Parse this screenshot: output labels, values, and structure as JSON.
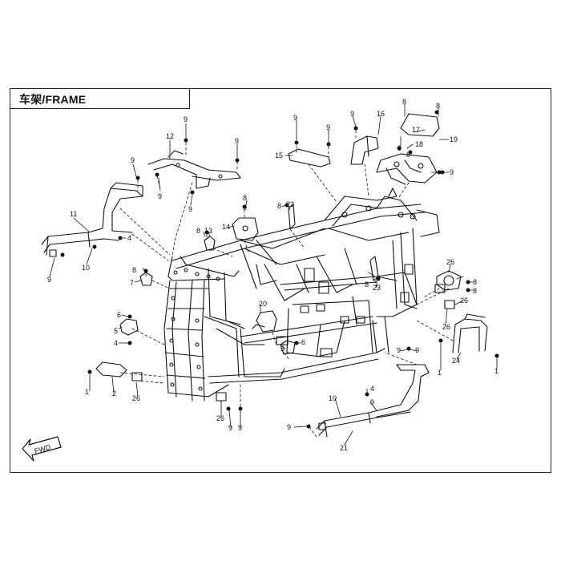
{
  "header": {
    "title": "车架/FRAME"
  },
  "fwd_label": "FWD",
  "callouts": [
    {
      "id": "c1a",
      "text": "1"
    },
    {
      "id": "c1b",
      "text": "1"
    },
    {
      "id": "c2",
      "text": "2"
    },
    {
      "id": "c4a",
      "text": "4"
    },
    {
      "id": "c4b",
      "text": "4"
    },
    {
      "id": "c4c",
      "text": "4"
    },
    {
      "id": "c5a",
      "text": "5"
    },
    {
      "id": "c5b",
      "text": "5"
    },
    {
      "id": "c6a",
      "text": "6"
    },
    {
      "id": "c6b",
      "text": "6"
    },
    {
      "id": "c7",
      "text": "7"
    },
    {
      "id": "c8a",
      "text": "8"
    },
    {
      "id": "c8b",
      "text": "8"
    },
    {
      "id": "c8c",
      "text": "8"
    },
    {
      "id": "c8d",
      "text": "8"
    },
    {
      "id": "c8e",
      "text": "8"
    },
    {
      "id": "c8f",
      "text": "8"
    },
    {
      "id": "c8g",
      "text": "8"
    },
    {
      "id": "c8h",
      "text": "8"
    },
    {
      "id": "c8i",
      "text": "8"
    },
    {
      "id": "c8j",
      "text": "8"
    },
    {
      "id": "c9a",
      "text": "9"
    },
    {
      "id": "c9b",
      "text": "9"
    },
    {
      "id": "c9c",
      "text": "9"
    },
    {
      "id": "c9d",
      "text": "9"
    },
    {
      "id": "c9e",
      "text": "9"
    },
    {
      "id": "c9f",
      "text": "9"
    },
    {
      "id": "c9g",
      "text": "9"
    },
    {
      "id": "c9h",
      "text": "9"
    },
    {
      "id": "c9i",
      "text": "9"
    },
    {
      "id": "c9j",
      "text": "9"
    },
    {
      "id": "c9k",
      "text": "9"
    },
    {
      "id": "c9l",
      "text": "9"
    },
    {
      "id": "c9m",
      "text": "9"
    },
    {
      "id": "c9n",
      "text": "9"
    },
    {
      "id": "c9o",
      "text": "9"
    },
    {
      "id": "c9p",
      "text": "9"
    },
    {
      "id": "c9q",
      "text": "9"
    },
    {
      "id": "c10a",
      "text": "10"
    },
    {
      "id": "c10b",
      "text": "10"
    },
    {
      "id": "c11",
      "text": "11"
    },
    {
      "id": "c12",
      "text": "12"
    },
    {
      "id": "c13",
      "text": "13"
    },
    {
      "id": "c14",
      "text": "14"
    },
    {
      "id": "c15",
      "text": "15"
    },
    {
      "id": "c16",
      "text": "16"
    },
    {
      "id": "c17",
      "text": "17"
    },
    {
      "id": "c18",
      "text": "18"
    },
    {
      "id": "c19",
      "text": "19"
    },
    {
      "id": "c20",
      "text": "20"
    },
    {
      "id": "c21",
      "text": "21"
    },
    {
      "id": "c22a",
      "text": "22"
    },
    {
      "id": "c22b",
      "text": "22"
    },
    {
      "id": "c23",
      "text": "23"
    },
    {
      "id": "c24",
      "text": "24"
    },
    {
      "id": "c26a",
      "text": "26"
    },
    {
      "id": "c26b",
      "text": "26"
    },
    {
      "id": "c26c",
      "text": "26"
    },
    {
      "id": "c26d",
      "text": "26"
    },
    {
      "id": "c26e",
      "text": "26"
    }
  ]
}
